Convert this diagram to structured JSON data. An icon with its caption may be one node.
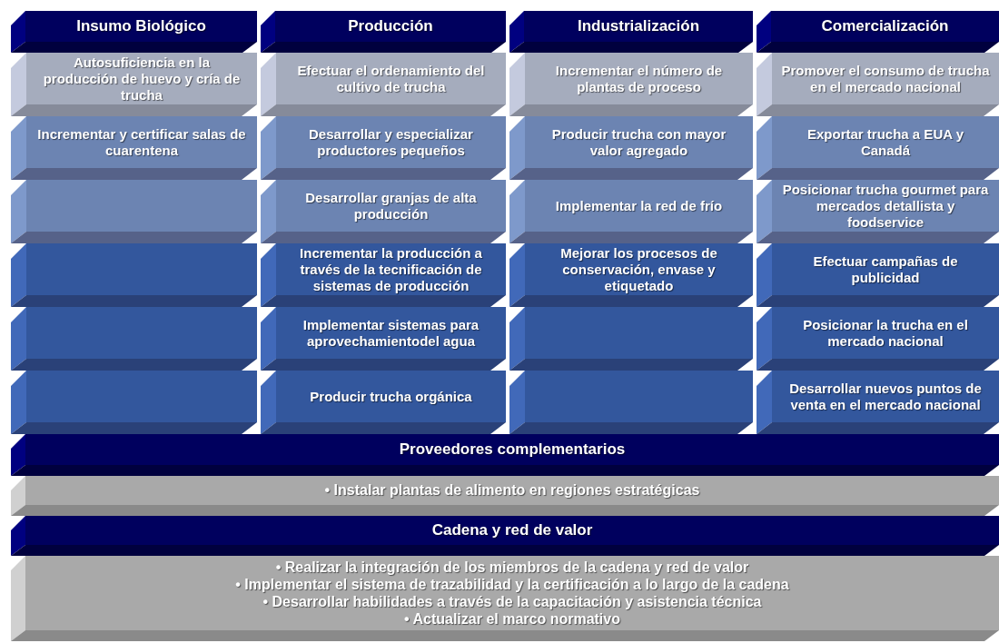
{
  "diagram": {
    "nodes": [
      {
        "text": [
          "Insumo Biológico"
        ]
      },
      {
        "text": [
          "Autosuficiencia en la producción de huevo y cría de trucha"
        ]
      },
      {
        "text": [
          "Incrementar y certificar salas de cuarentena"
        ]
      },
      {
        "text": [],
        "shape": "box"
      },
      {
        "text": [],
        "shape": "box"
      },
      {
        "text": [],
        "shape": "box"
      },
      {
        "text": [],
        "shape": "box"
      },
      {
        "text": [
          "Producción"
        ]
      },
      {
        "text": [
          "Efectuar el ordenamiento del cultivo de trucha"
        ]
      },
      {
        "text": [
          "Desarrollar y especializar productores pequeños"
        ]
      },
      {
        "text": [
          "Desarrollar granjas de alta producción"
        ]
      },
      {
        "text": [
          "Incrementar la producción a través de la tecnificación de sistemas de producción"
        ]
      },
      {
        "text": [
          "Implementar sistemas para aprovechamientodel agua"
        ]
      },
      {
        "text": [
          "Producir trucha orgánica"
        ]
      },
      {
        "text": [
          "Industrialización"
        ]
      },
      {
        "text": [
          "Incrementar el número de plantas de proceso"
        ]
      },
      {
        "text": [
          "Producir trucha con mayor valor agregado"
        ]
      },
      {
        "text": [
          "Implementar la red de frío"
        ]
      },
      {
        "text": [
          "Mejorar los procesos de conservación, envase y etiquetado"
        ]
      },
      {
        "text": [],
        "shape": "box"
      },
      {
        "text": [],
        "shape": "box"
      },
      {
        "text": [
          "Comercialización"
        ]
      },
      {
        "text": [
          "Promover el consumo de trucha en el mercado nacional"
        ]
      },
      {
        "text": [
          "Exportar trucha  a EUA y Canadá"
        ]
      },
      {
        "text": [
          "Posicionar trucha gourmet para mercados detallista y foodservice"
        ]
      },
      {
        "text": [
          "Efectuar campañas de publicidad"
        ]
      },
      {
        "text": [
          "Posicionar la trucha en el mercado nacional"
        ]
      },
      {
        "text": [
          "Desarrollar nuevos puntos de venta en el mercado nacional"
        ]
      },
      {
        "text": [
          "Proveedores complementarios"
        ]
      },
      {
        "text": [
          "• Instalar plantas de alimento en regiones estratégicas"
        ]
      },
      {
        "text": [
          "Cadena y red de valor"
        ]
      },
      {
        "text": [
          "•  Realizar la integración de los miembros de la cadena y red de valor",
          "• Implementar el sistema de trazabilidad y la certificación a lo largo de la cadena",
          "• Desarrollar habilidades a través de la capacitación y asistencia técnica",
          "• Actualizar el marco normativo"
        ]
      }
    ]
  }
}
